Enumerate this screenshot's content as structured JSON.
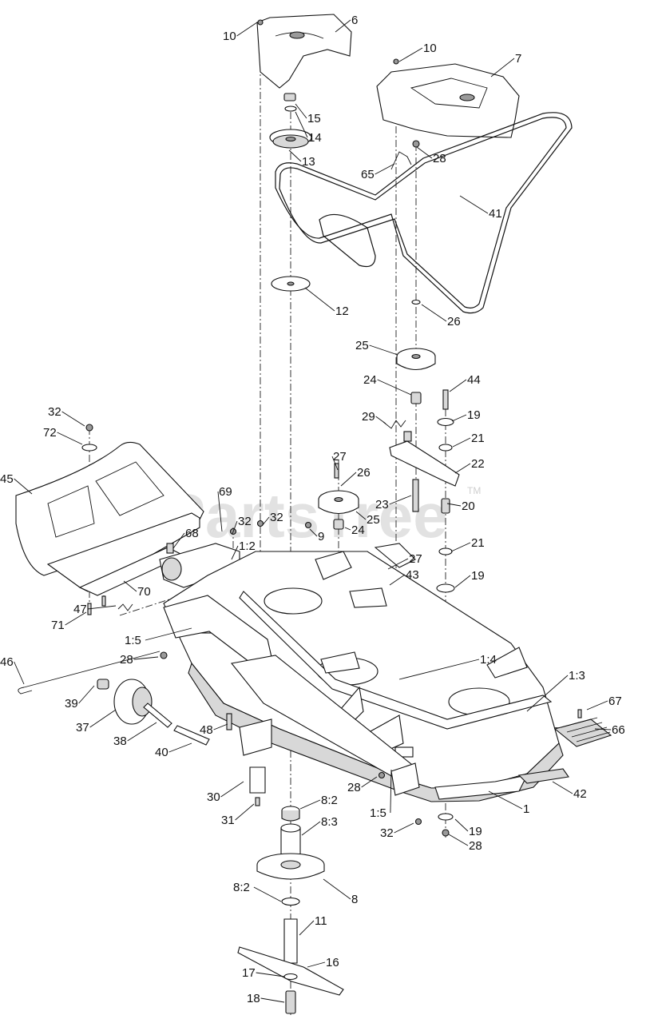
{
  "watermark": {
    "text": "PartsTree",
    "trademark": "TM"
  },
  "callouts": [
    {
      "label": "10"
    },
    {
      "label": "6"
    },
    {
      "label": "10"
    },
    {
      "label": "7"
    },
    {
      "label": "15"
    },
    {
      "label": "14"
    },
    {
      "label": "13"
    },
    {
      "label": "28"
    },
    {
      "label": "65"
    },
    {
      "label": "41"
    },
    {
      "label": "12"
    },
    {
      "label": "26"
    },
    {
      "label": "25"
    },
    {
      "label": "24"
    },
    {
      "label": "44"
    },
    {
      "label": "29"
    },
    {
      "label": "19"
    },
    {
      "label": "21"
    },
    {
      "label": "22"
    },
    {
      "label": "32"
    },
    {
      "label": "72"
    },
    {
      "label": "45"
    },
    {
      "label": "27"
    },
    {
      "label": "26"
    },
    {
      "label": "69"
    },
    {
      "label": "25"
    },
    {
      "label": "23"
    },
    {
      "label": "20"
    },
    {
      "label": "32"
    },
    {
      "label": "32"
    },
    {
      "label": "24"
    },
    {
      "label": "9"
    },
    {
      "label": "68"
    },
    {
      "label": "1:2"
    },
    {
      "label": "21"
    },
    {
      "label": "27"
    },
    {
      "label": "43"
    },
    {
      "label": "70"
    },
    {
      "label": "19"
    },
    {
      "label": "71"
    },
    {
      "label": "47"
    },
    {
      "label": "1:5"
    },
    {
      "label": "1:4"
    },
    {
      "label": "46"
    },
    {
      "label": "28"
    },
    {
      "label": "1:3"
    },
    {
      "label": "39"
    },
    {
      "label": "67"
    },
    {
      "label": "37"
    },
    {
      "label": "66"
    },
    {
      "label": "38"
    },
    {
      "label": "48"
    },
    {
      "label": "40"
    },
    {
      "label": "28"
    },
    {
      "label": "30"
    },
    {
      "label": "8:2"
    },
    {
      "label": "1:5"
    },
    {
      "label": "1"
    },
    {
      "label": "42"
    },
    {
      "label": "31"
    },
    {
      "label": "8:3"
    },
    {
      "label": "32"
    },
    {
      "label": "19"
    },
    {
      "label": "28"
    },
    {
      "label": "8"
    },
    {
      "label": "8:2"
    },
    {
      "label": "11"
    },
    {
      "label": "16"
    },
    {
      "label": "17"
    },
    {
      "label": "18"
    }
  ]
}
